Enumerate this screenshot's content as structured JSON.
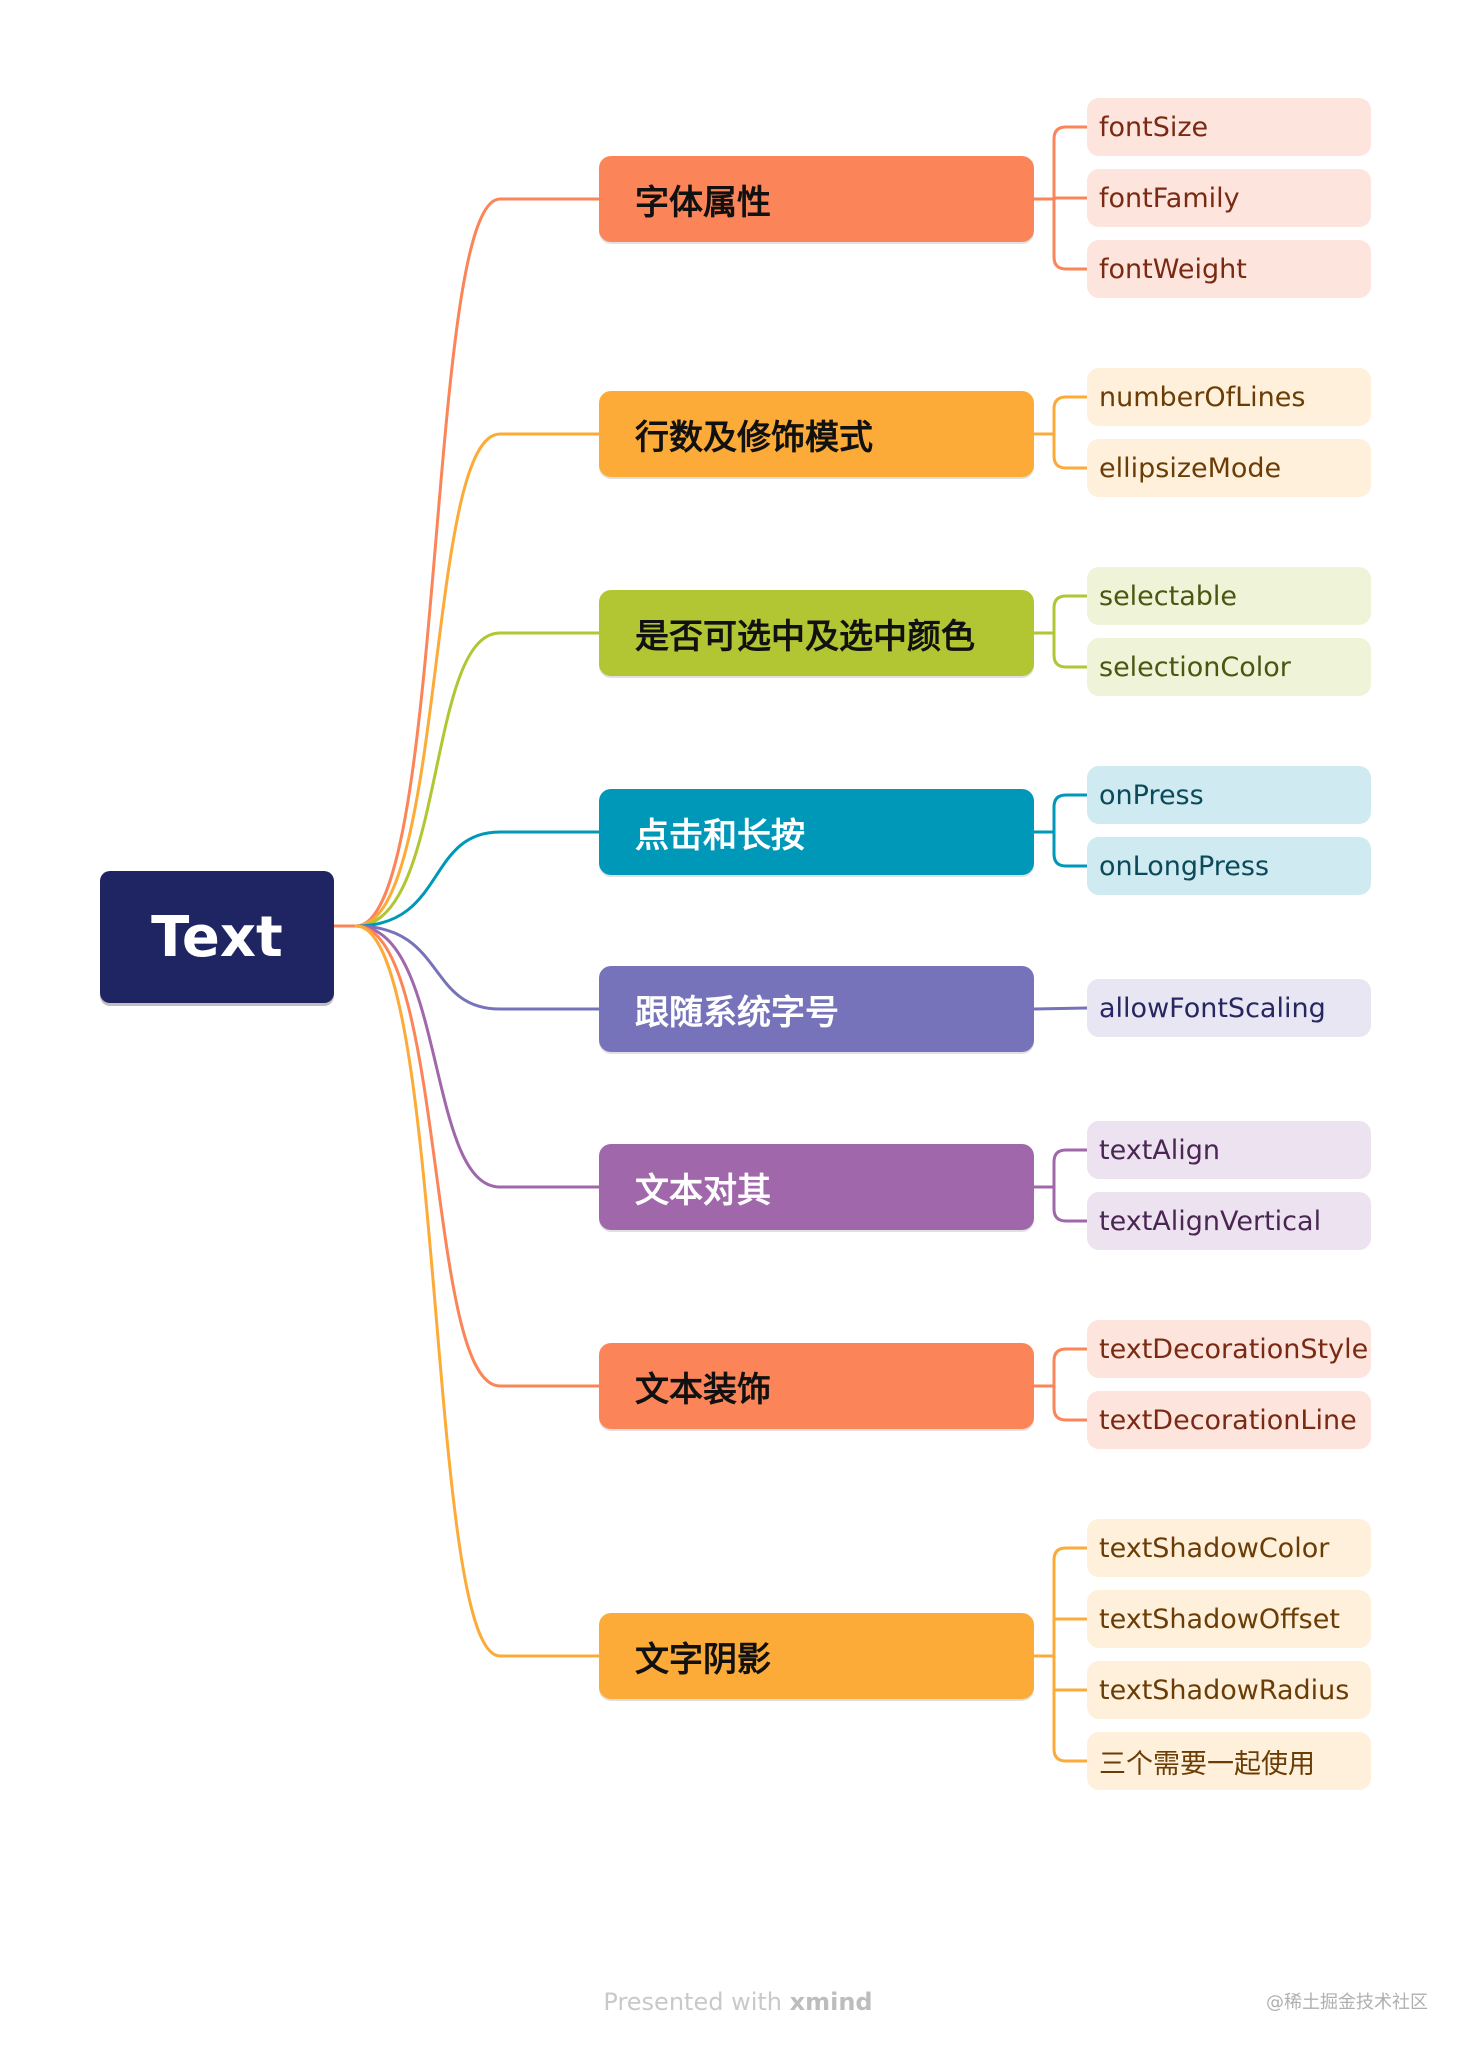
{
  "root": {
    "label": "Text",
    "color": "#1f2563"
  },
  "branches": [
    {
      "label": "字体属性",
      "color": "#fb8558",
      "leaf_bg": "#fde4dc",
      "leaf_text": "#7a2a12",
      "leaves": [
        "fontSize",
        "fontFamily",
        "fontWeight"
      ]
    },
    {
      "label": "行数及修饰模式",
      "color": "#fcab38",
      "leaf_bg": "#fff0db",
      "leaf_text": "#6b3d06",
      "leaves": [
        "numberOfLines",
        "ellipsizeMode"
      ]
    },
    {
      "label": "是否可选中及选中颜色",
      "color": "#b1c632",
      "leaf_bg": "#eff4d9",
      "leaf_text": "#4b5610",
      "leaves": [
        "selectable",
        "selectionColor"
      ]
    },
    {
      "label": "点击和长按",
      "color": "#0098b9",
      "leaf_bg": "#cfeaf0",
      "leaf_text": "#0b4a5a",
      "leaves": [
        "onPress",
        "onLongPress"
      ]
    },
    {
      "label": "跟随系统字号",
      "color": "#7673ba",
      "leaf_bg": "#e7e6f2",
      "leaf_text": "#282660",
      "leaves": [
        "allowFontScaling"
      ]
    },
    {
      "label": "文本对其",
      "color": "#a068ab",
      "leaf_bg": "#ede2ef",
      "leaf_text": "#4a2652",
      "leaves": [
        "textAlign",
        "textAlignVertical"
      ]
    },
    {
      "label": "文本装饰",
      "color": "#fb8558",
      "leaf_bg": "#fde4dc",
      "leaf_text": "#7a2a12",
      "leaves": [
        "textDecorationStyle",
        "textDecorationLine"
      ]
    },
    {
      "label": "文字阴影",
      "color": "#fcab38",
      "leaf_bg": "#fff0db",
      "leaf_text": "#6b3d06",
      "leaves": [
        "textShadowColor",
        "textShadowOffset",
        "textShadowRadius",
        "三个需要一起使用"
      ]
    }
  ],
  "footer": {
    "prefix": "Presented with ",
    "brand": "xmind"
  },
  "watermark": "@稀土掘金技术社区"
}
